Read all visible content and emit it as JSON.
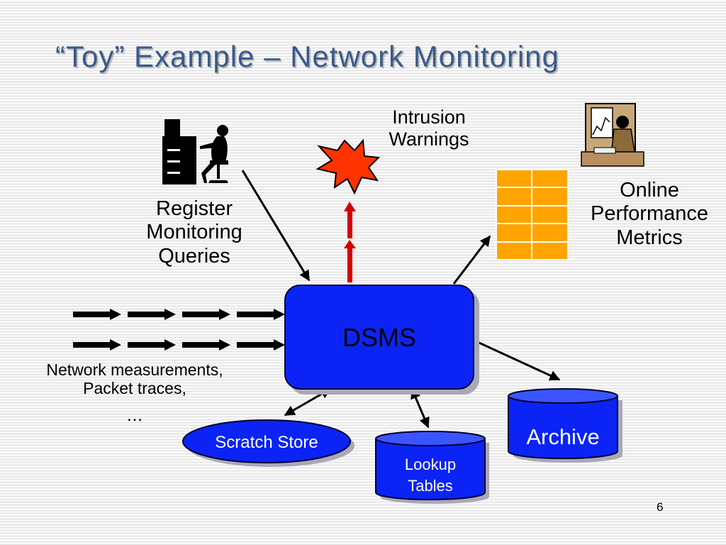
{
  "title": "“Toy” Example – Network Monitoring",
  "labels": {
    "intrusion": "Intrusion\nWarnings",
    "register": "Register\nMonitoring\nQueries",
    "online": "Online\nPerformance\nMetrics",
    "network": "Network measurements,\nPacket traces,",
    "ellipsis": "…"
  },
  "dsms": "DSMS",
  "scratch_store": "Scratch Store",
  "lookup_tables": [
    "Lookup",
    "Tables"
  ],
  "archive": "Archive",
  "page_number": "6",
  "colors": {
    "title": "#3a5a8c",
    "dsms_fill": "#0b24f5",
    "table_fill": "#ffa400",
    "burst_fill": "#ff3300",
    "warning_arrow": "#d40000"
  }
}
